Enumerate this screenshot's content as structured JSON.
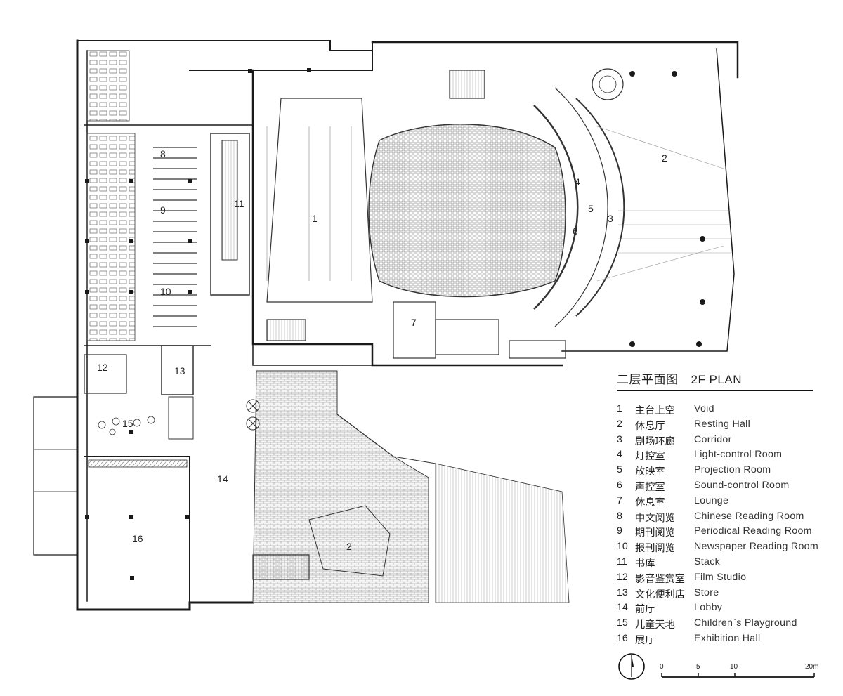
{
  "plan": {
    "room_labels": [
      {
        "id": "1",
        "text": "1"
      },
      {
        "id": "2a",
        "text": "2"
      },
      {
        "id": "2b",
        "text": "2"
      },
      {
        "id": "3",
        "text": "3"
      },
      {
        "id": "4",
        "text": "4"
      },
      {
        "id": "5",
        "text": "5"
      },
      {
        "id": "6",
        "text": "6"
      },
      {
        "id": "7",
        "text": "7"
      },
      {
        "id": "8",
        "text": "8"
      },
      {
        "id": "9",
        "text": "9"
      },
      {
        "id": "10",
        "text": "10"
      },
      {
        "id": "11",
        "text": "11"
      },
      {
        "id": "12",
        "text": "12"
      },
      {
        "id": "13",
        "text": "13"
      },
      {
        "id": "14",
        "text": "14"
      },
      {
        "id": "15",
        "text": "15"
      },
      {
        "id": "16",
        "text": "16"
      }
    ],
    "line_color": "#1a1a1a"
  },
  "legend": {
    "title_zh": "二层平面图",
    "title_en": "2F PLAN",
    "items": [
      {
        "num": "1",
        "zh": "主台上空",
        "en": "Void"
      },
      {
        "num": "2",
        "zh": "休息厅",
        "en": "Resting Hall"
      },
      {
        "num": "3",
        "zh": "剧场环廊",
        "en": "Corridor"
      },
      {
        "num": "4",
        "zh": "灯控室",
        "en": "Light-control Room"
      },
      {
        "num": "5",
        "zh": "放映室",
        "en": "Projection Room"
      },
      {
        "num": "6",
        "zh": "声控室",
        "en": "Sound-control Room"
      },
      {
        "num": "7",
        "zh": "休息室",
        "en": "Lounge"
      },
      {
        "num": "8",
        "zh": "中文阅览",
        "en": "Chinese Reading Room"
      },
      {
        "num": "9",
        "zh": "期刊阅览",
        "en": "Periodical Reading Room"
      },
      {
        "num": "10",
        "zh": "报刊阅览",
        "en": "Newspaper Reading Room"
      },
      {
        "num": "11",
        "zh": "书库",
        "en": "Stack"
      },
      {
        "num": "12",
        "zh": "影音鉴赏室",
        "en": "Film Studio"
      },
      {
        "num": "13",
        "zh": "文化便利店",
        "en": "Store"
      },
      {
        "num": "14",
        "zh": "前厅",
        "en": "Lobby"
      },
      {
        "num": "15",
        "zh": "儿童天地",
        "en": "Children`s Playground"
      },
      {
        "num": "16",
        "zh": "展厅",
        "en": "Exhibition Hall"
      }
    ]
  },
  "scale_bar": {
    "ticks": [
      "0",
      "5",
      "10",
      "20m"
    ]
  },
  "north_arrow": {
    "icon": "north-arrow-icon"
  }
}
